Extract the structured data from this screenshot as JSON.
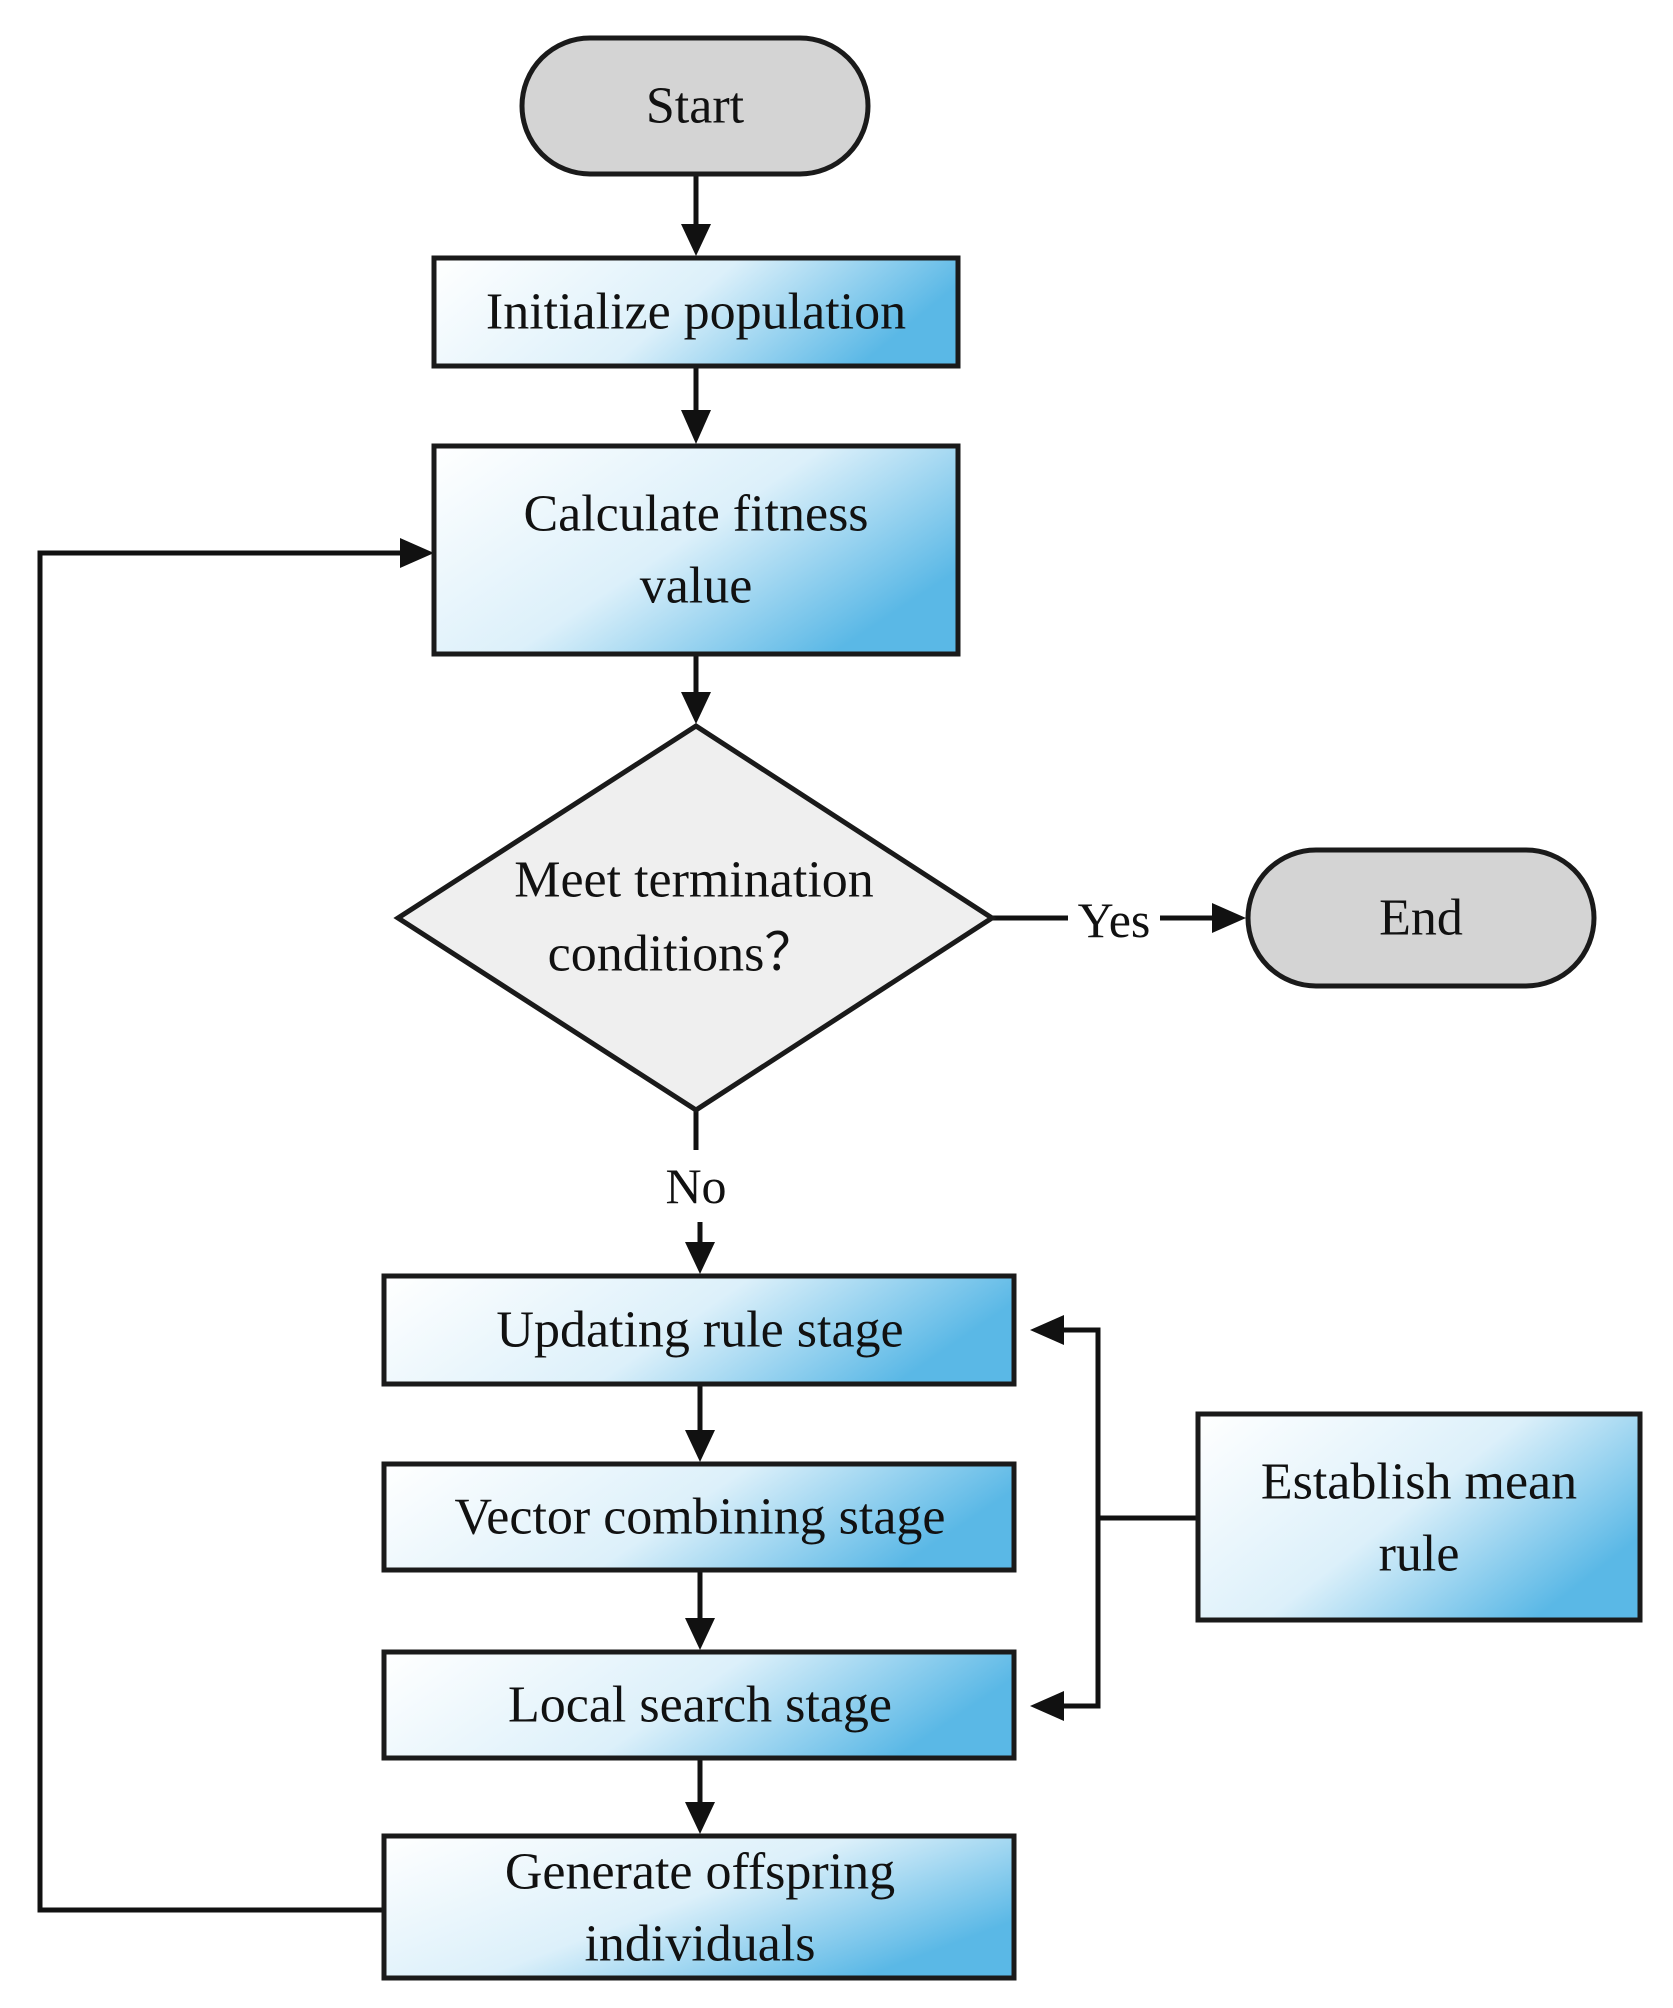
{
  "nodes": {
    "start": "Start",
    "init": "Initialize population",
    "fitness": [
      "Calculate fitness",
      "value"
    ],
    "decision": [
      "Meet termination",
      "conditions？"
    ],
    "end": "End",
    "update": "Updating rule stage",
    "vector": "Vector combining stage",
    "local": "Local search stage",
    "offspring": [
      "Generate offspring",
      "individuals"
    ],
    "mean_rule": [
      "Establish mean",
      "rule"
    ]
  },
  "edges": {
    "yes": "Yes",
    "no": "No"
  },
  "colors": {
    "process_gradient_start": "#ffffff",
    "process_gradient_end": "#5ab8e6",
    "terminal_fill": "#d4d4d4",
    "decision_fill": "#efefef",
    "stroke": "#1a1a1a"
  }
}
